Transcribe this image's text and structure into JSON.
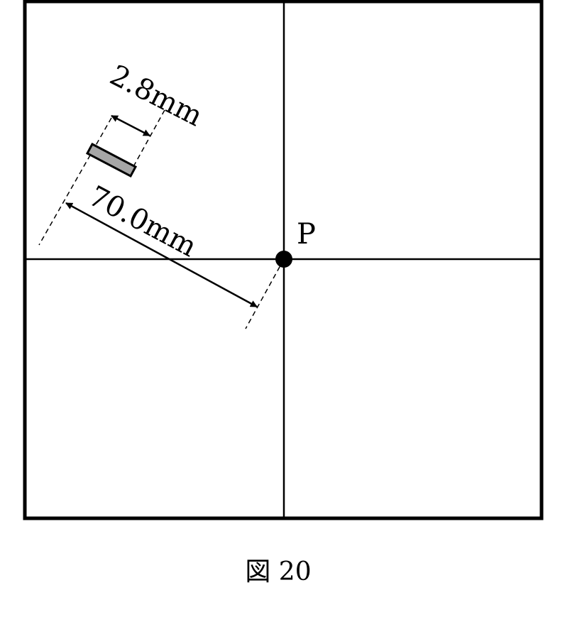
{
  "diagram": {
    "point_label": "P",
    "width_label": "2.8mm",
    "distance_label": "70.0mm",
    "caption": "図 20"
  },
  "colors": {
    "line": "#000000",
    "plate_fill": "#a6a6a6",
    "background": "#ffffff"
  }
}
